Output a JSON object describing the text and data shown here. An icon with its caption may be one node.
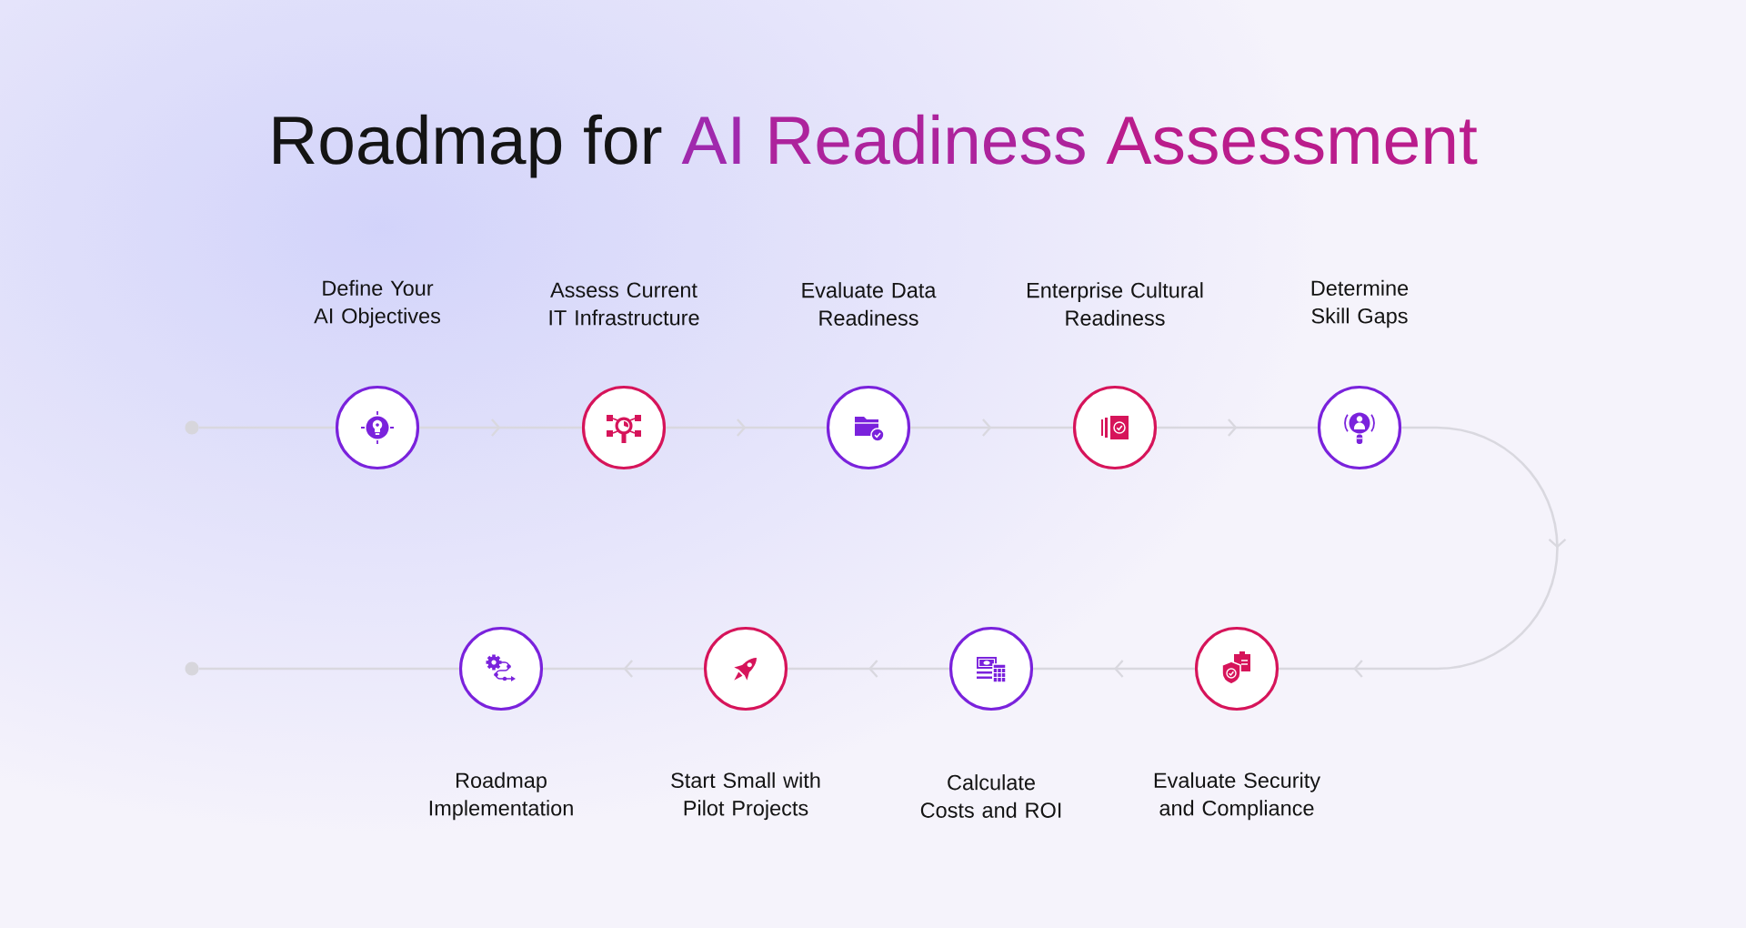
{
  "diagram": {
    "title": "Roadmap for AI Readiness Assessment",
    "nodes": [
      {
        "text": [],
        "shape": "circle"
      },
      {
        "text": [
          "Define Your AI Objectives"
        ]
      },
      {
        "text": [
          "Assess Current IT Infrastructure"
        ]
      },
      {
        "text": [
          "Evaluate Data Readiness"
        ]
      },
      {
        "text": [
          "Enterprise Cultural Readiness"
        ]
      },
      {
        "text": [
          "Determine Skill Gaps"
        ]
      },
      {
        "text": [
          "Evaluate Security and Compliance"
        ]
      },
      {
        "text": [
          "Calculate Costs and ROI"
        ]
      },
      {
        "text": [
          "Start Small with Pilot Projects"
        ]
      },
      {
        "text": [
          "Roadmap Implementation"
        ]
      },
      {
        "text": [],
        "shape": "circle"
      }
    ],
    "edges": [
      {
        "from": 0,
        "to": 1,
        "arrow": "none"
      },
      {
        "from": 1,
        "to": 2,
        "arrow": "to"
      },
      {
        "from": 2,
        "to": 3,
        "arrow": "to"
      },
      {
        "from": 3,
        "to": 4,
        "arrow": "to"
      },
      {
        "from": 4,
        "to": 5,
        "arrow": "to"
      },
      {
        "from": 5,
        "to": 6,
        "arrow": "to"
      },
      {
        "from": 6,
        "to": 7,
        "arrow": "to"
      },
      {
        "from": 7,
        "to": 8,
        "arrow": "to"
      },
      {
        "from": 8,
        "to": 9,
        "arrow": "to"
      },
      {
        "from": 9,
        "to": 10,
        "arrow": "none"
      }
    ]
  }
}
